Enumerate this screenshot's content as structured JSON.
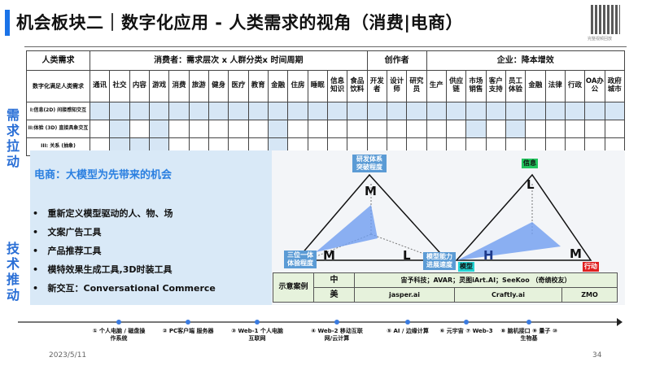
{
  "title": "机会板块二｜数字化应用 - 人类需求的视角（消费|电商）",
  "qr_caption": "完整视频回放",
  "table": {
    "corner": "人类需求",
    "groups": [
      "消费者：需求层次 x 人群分类x 时间周期",
      "创作者",
      "企业：降本增效"
    ],
    "row_header": "数字化满足人类需求",
    "columns": [
      "通讯",
      "社交",
      "内容",
      "游戏",
      "消费",
      "旅游",
      "健身",
      "医疗",
      "教育",
      "金融",
      "住房",
      "睡眠",
      "信息知识",
      "食品饮料",
      "开发者",
      "设计师",
      "研究员",
      "生产",
      "供应链",
      "市场销售",
      "客户支持",
      "员工体验",
      "金融",
      "法律",
      "行政",
      "OA办公",
      "政府城市"
    ],
    "rows": [
      "I:信息(2D) 间接感知交互",
      "II:体验 (3D) 直接具象交互",
      "III: 关系 (抽象)"
    ]
  },
  "side_labels": {
    "demand": "需求拉动",
    "tech": "技术推动"
  },
  "overlay": {
    "title": "电商：大模型为先带来的机会",
    "bullets": [
      "重新定义模型驱动的人、物、场",
      "文案广告工具",
      "产品推荐工具",
      "模特效果生成工具,3D时装工具",
      "新交互：Conversational Commerce"
    ]
  },
  "diagram": {
    "left": {
      "top_tag": "研发体系突破程度",
      "left_tag": "三位一体体验程度",
      "right_tag": "模型能力进展速度",
      "top": "M",
      "left": "M",
      "right": "L"
    },
    "right": {
      "top_tag": "信息",
      "left_tag": "模型",
      "right_tag": "行动",
      "top": "L",
      "left": "H",
      "right": "M"
    },
    "colors": {
      "fill": "#6f9ef0",
      "info": "#22c55e",
      "model": "#22d3d3",
      "action": "#e02020"
    }
  },
  "cases": {
    "label": "示意案例",
    "cn": "中",
    "us": "美",
    "cn_value": "宙予科技；AVAR；灵图iArt.AI；SeeKoo （奇绩校友）",
    "us_values": [
      "jasper.ai",
      "Craftly.ai",
      "ZMO"
    ]
  },
  "timeline": [
    "① 个人电脑 / 磁盘操作系统",
    "② PC客户端 服务器",
    "③ Web-1 个人电脑互联网",
    "④ Web-2 移动互联网/云计算",
    "⑤ AI / 边缘计算",
    "⑥ 元宇宙 ⑦ Web-3",
    "⑧ 脑机接口 ⑨ 量子 ⑩ 生物基"
  ],
  "footer": {
    "date": "2023/5/11",
    "page": "34"
  }
}
